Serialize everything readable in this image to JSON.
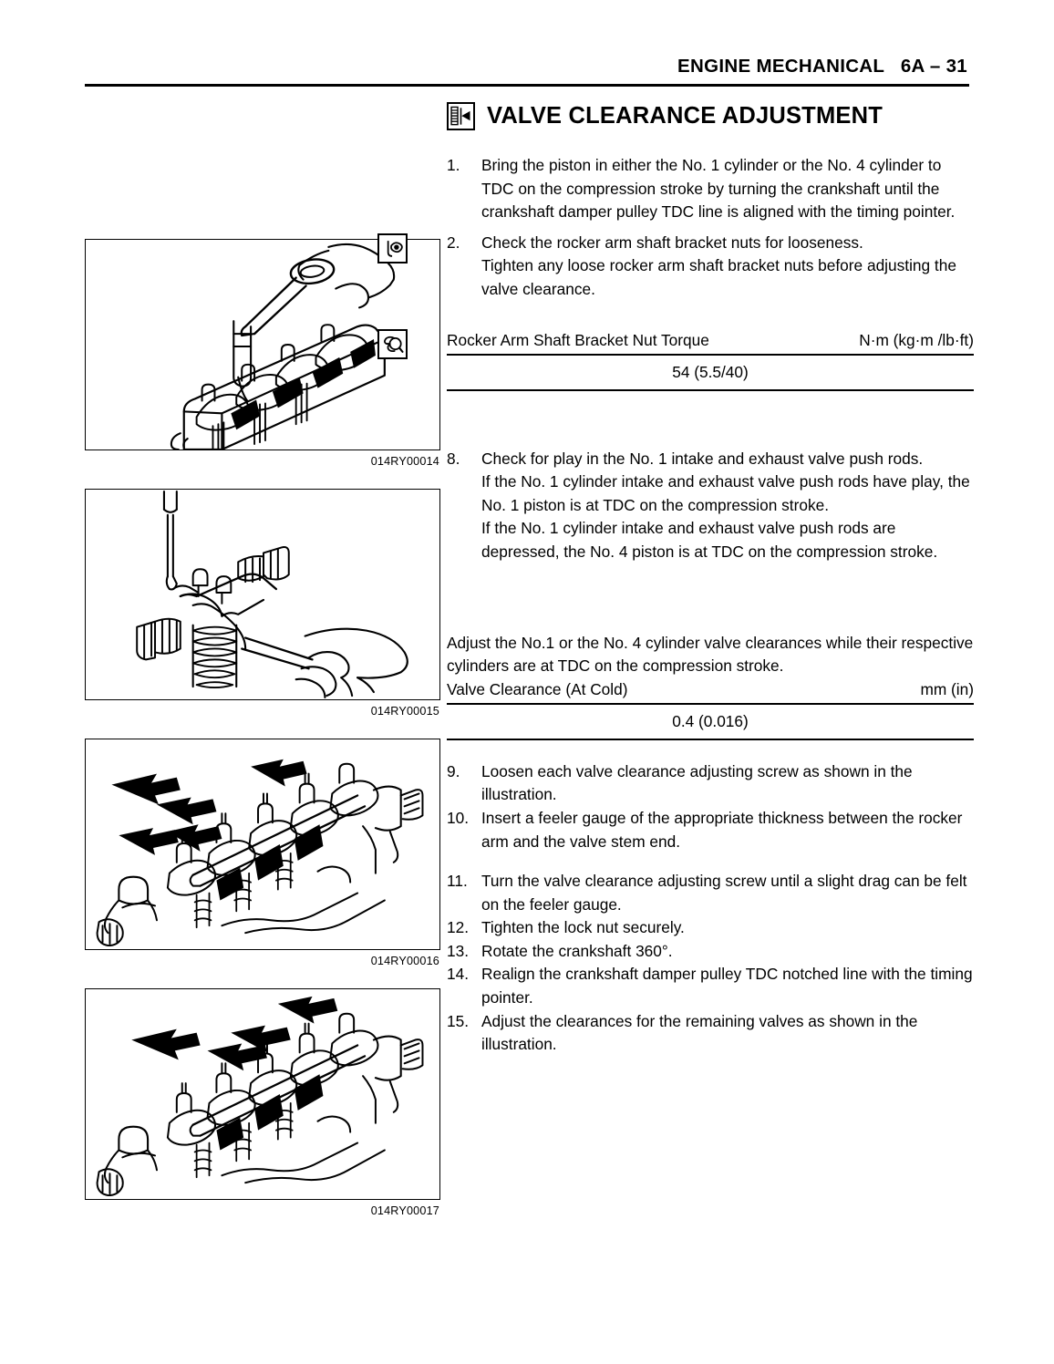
{
  "header": {
    "section_title": "ENGINE MECHANICAL",
    "page_ref": "6A – 31",
    "combined": "ENGINE MECHANICAL   6A – 31"
  },
  "document": {
    "title": "VALVE CLEARANCE ADJUSTMENT",
    "title_icon": "feeler-gauge-icon"
  },
  "margin_icons": {
    "inspect": "inspection-icon",
    "torque": "torque-wrench-icon"
  },
  "steps": {
    "step1": {
      "number": "1.",
      "text": "Bring the piston in either the No. 1 cylinder or the No. 4 cylinder to TDC on the compression stroke by turning the crankshaft until the crankshaft damper pulley TDC line is aligned with the timing pointer."
    },
    "step2": {
      "number": "2.",
      "text": "Check the rocker arm shaft bracket nuts for looseness.",
      "text2": "Tighten any loose rocker arm shaft bracket nuts before adjusting the valve clearance."
    },
    "step8": {
      "number": "8.",
      "text": "Check for play in the No. 1 intake and exhaust valve push rods.",
      "text2": "If the No. 1 cylinder intake and exhaust valve push rods have play, the No. 1 piston is at TDC on the compression stroke.",
      "text3": "If the No. 1 cylinder intake and exhaust valve push rods are depressed, the No. 4 piston is at TDC on the compression stroke."
    },
    "step9": {
      "number": "9.",
      "text": "Loosen each valve clearance adjusting screw as shown in the illustration."
    },
    "step10": {
      "number": "10.",
      "text": "Insert a feeler gauge of the appropriate thickness between the rocker arm and the valve stem end."
    },
    "step11": {
      "number": "11.",
      "text": "Turn the valve clearance adjusting screw until a slight drag can be felt on the feeler gauge."
    },
    "step12": {
      "number": "12.",
      "text": "Tighten the lock nut securely."
    },
    "step13": {
      "number": "13.",
      "text": "Rotate the crankshaft 360°."
    },
    "step14": {
      "number": "14.",
      "text": "Realign the crankshaft damper pulley TDC notched line with the timing pointer."
    },
    "step15": {
      "number": "15.",
      "text": "Adjust the clearances for the remaining valves as shown in the illustration."
    }
  },
  "notes": {
    "adjust_note": "Adjust the No.1 or the No. 4 cylinder valve clearances while their respective cylinders are at TDC on the compression stroke."
  },
  "spec_tables": {
    "torque": {
      "label": "Rocker Arm Shaft Bracket Nut Torque",
      "unit": "N·m (kg·m /lb·ft)",
      "value": "54 (5.5/40)"
    },
    "clearance": {
      "label": "Valve Clearance (At Cold)",
      "unit": "mm (in)",
      "value": "0.4 (0.016)"
    }
  },
  "figures": [
    {
      "caption": "014RY00014",
      "alt": "torque-wrench-on-rocker-arm-shaft-brackets"
    },
    {
      "caption": "014RY00015",
      "alt": "checking-push-rod-play-with-screwdriver-and-hand"
    },
    {
      "caption": "014RY00016",
      "alt": "rocker-arms-with-arrows-first-valve-set"
    },
    {
      "caption": "014RY00017",
      "alt": "rocker-arms-with-arrows-remaining-valve-set"
    }
  ]
}
